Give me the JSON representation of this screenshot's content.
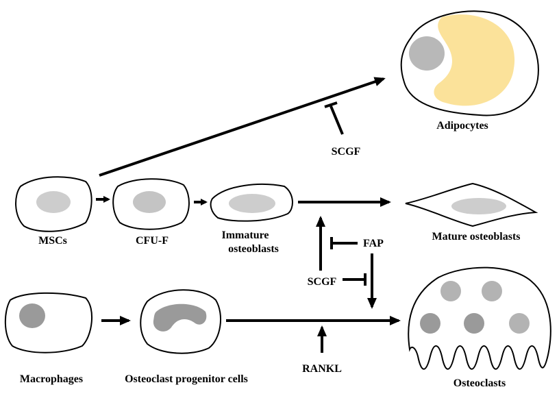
{
  "labels": {
    "adipocytes": "Adipocytes",
    "scgf_top": "SCGF",
    "mscs": "MSCs",
    "cfuf": "CFU-F",
    "immature_1": "Immature",
    "immature_2": "osteoblasts",
    "mature_osteoblasts": "Mature osteoblasts",
    "fap": "FAP",
    "scgf_mid": "SCGF",
    "macrophages": "Macrophages",
    "osteoclast_progenitor": "Osteoclast progenitor cells",
    "rankl": "RANKL",
    "osteoclasts": "Osteoclasts"
  },
  "colors": {
    "nucleus_light": "#cdcdcd",
    "nucleus_mid": "#b3b3b3",
    "nucleus_dark": "#9a9a9a",
    "fat": "#fbe29a",
    "outline": "#000000"
  }
}
